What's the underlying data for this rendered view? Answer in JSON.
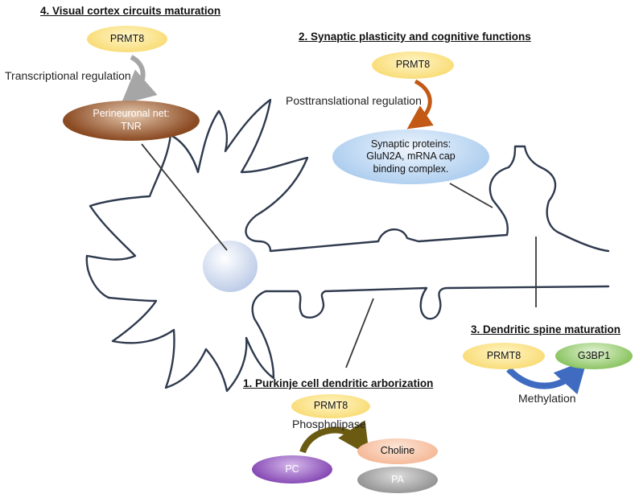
{
  "colors": {
    "outline": "#2f3a4e",
    "prmt8": "#f7d35a",
    "tnr": "#8a4a22",
    "synaptic": "#a9cbee",
    "g3bp1": "#7cbc4e",
    "pc": "#7e3fae",
    "choline": "#f4b28e",
    "pa": "#8e8e8e",
    "soma": "#b9c9e6",
    "arrow_gray": "#a6a6a6",
    "arrow_orange": "#c25a16",
    "arrow_blue": "#3f6cc0",
    "arrow_olive": "#6b5a12"
  },
  "sections": {
    "visual_cortex": {
      "heading": "4. Visual cortex circuits maturation",
      "enzyme": "PRMT8",
      "regulation": "Transcriptional regulation",
      "target_line1": "Perineuronal net:",
      "target_line2": "TNR"
    },
    "synaptic_plasticity": {
      "heading": "2. Synaptic plasticity and cognitive functions",
      "enzyme": "PRMT8",
      "regulation": "Posttranslational regulation",
      "target_line1": "Synaptic proteins:",
      "target_line2": "GluN2A, mRNA cap",
      "target_line3": "binding complex."
    },
    "dendritic_spine": {
      "heading": "3. Dendritic spine maturation",
      "enzyme": "PRMT8",
      "substrate": "G3BP1",
      "process": "Methylation"
    },
    "purkinje": {
      "heading": "1. Purkinje cell dendritic arborization",
      "enzyme": "PRMT8",
      "process": "Phospholipase",
      "substrate": "PC",
      "product1": "Choline",
      "product2": "PA"
    }
  }
}
